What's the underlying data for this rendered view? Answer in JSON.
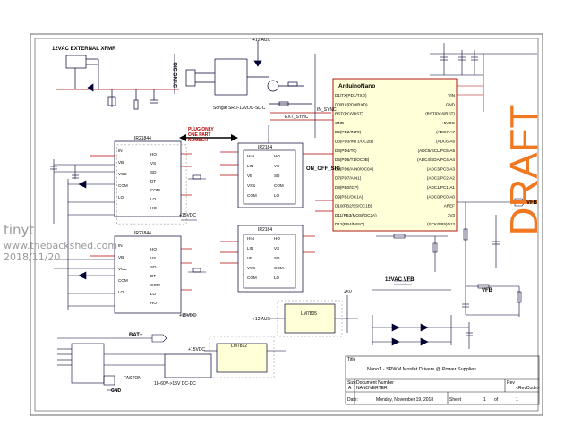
{
  "watermark": {
    "site": "tinyt",
    "url": "www.thebackshed.com",
    "date": "2018/11/20"
  },
  "draft": "DRAFT",
  "labels": {
    "xfmr": "12VAC EXTERNAL XFMR",
    "sync_sig": "SYNC SIG",
    "relay": "Songle SRD-12VDC-SL-C",
    "aux": "+12 AUX",
    "in_sync": "IN_SYNC",
    "ext_sync": "EXT_SYNC",
    "plug_only_1": "PLUG ONLY",
    "plug_only_2": "ONE PART",
    "plug_only_3": "NUMBER",
    "on_off": "ON_OFF_SIG",
    "vfb": "VFB",
    "vac_vfb": "12VAC VFB",
    "bat": "BAT+",
    "v15": "+15VDC",
    "dcdc": "18-60V->15V DC-DC",
    "faston": "FASTON",
    "gnd": "GND",
    "v5": "+5V",
    "arduino": "ArduinoNano",
    "lm7805": "LM7805",
    "lm7812": "LM7812",
    "u2": "IR21844",
    "u4": "IR21844",
    "u3": "IR2184",
    "u5": "IR2184"
  },
  "arduino_left": [
    "D1/TX(PD1/TXD)",
    "D0/RX(PD0/RXD)",
    "RST(PC6/RST)",
    "GND",
    "D2(PD2/INT0)",
    "D3(PD3/INT1/OC2B)",
    "D4(PD4/T0)",
    "D5(PD5/T1/OC0B)",
    "D6(PD6/AIN0/OC0A)",
    "D7(PD7/AIN1)",
    "D8(PB0/ICP)",
    "D9(PB1/OC1A)",
    "D10(PB2/SS/OC1B)",
    "D11(PB3/MOSI/OC2A)",
    "D12(PB4/MISO)"
  ],
  "arduino_right": [
    "VIN",
    "GND",
    "(RST/PC6/RST)",
    "+5VDC",
    "(ADC7)A7",
    "(ADC6)A6",
    "(ADC5/SCL/PC5)A5",
    "(ADC4/SDA/PC4)A4",
    "(ADC3/PC3)A3",
    "(ADC2/PC2)A2",
    "(ADC1/PC1)A1",
    "(ADC0/PC0)A0",
    "AREF",
    "3V3",
    "(SCK/PB5)D13"
  ],
  "driver_left": [
    "IN",
    "VB",
    "VCC",
    "COM",
    "LO"
  ],
  "driver_left2": [
    "HIN",
    "LIN",
    "VB",
    "VSS",
    "COM"
  ],
  "driver_right": [
    "HO",
    "VS",
    "SD",
    "DT",
    "COM",
    "LO",
    "HO"
  ],
  "title_block": {
    "title_label": "Title",
    "title": "Nano1 - SPWM Mosfet Drivers @ Power Supplies",
    "size_label": "Size",
    "size": "A",
    "docnum_label": "Document Number",
    "docnum": "NANOVERTER",
    "rev_label": "Rev",
    "rev": "<RevCode>",
    "date_label": "Date:",
    "date": "Monday, November 19, 2018",
    "sheet_label": "Sheet",
    "sheet": "1",
    "of_label": "of",
    "of": "1"
  }
}
